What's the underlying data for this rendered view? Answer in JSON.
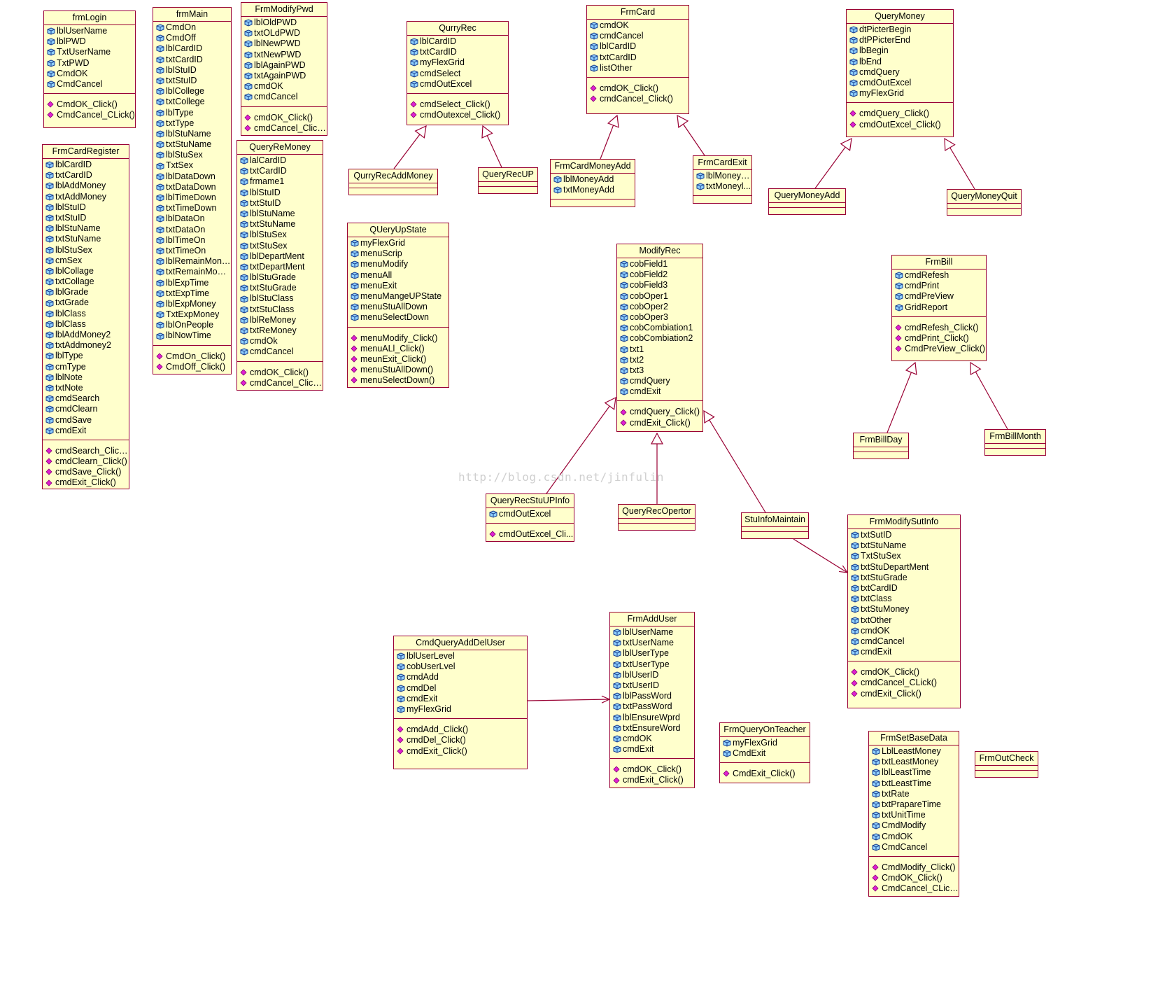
{
  "watermark": "http://blog.csdn.net/jinfulin",
  "classes": [
    {
      "id": "frmLogin",
      "name": "frmLogin",
      "attrs": [
        "lblUserName",
        "lblPWD",
        "TxtUserName",
        "TxtPWD",
        "CmdOK",
        "CmdCancel"
      ],
      "ops": [
        "CmdOK_Click()",
        "CmdCancel_CLick()"
      ]
    },
    {
      "id": "frmMain",
      "name": "frmMain",
      "attrs": [
        "CmdOn",
        "CmdOff",
        "lblCardID",
        "txtCardID",
        "lblStuID",
        "txtStuID",
        "lblCollege",
        "txtCollege",
        "lblType",
        "txtType",
        "lblStuName",
        "txtStuName",
        "lblStuSex",
        "TxtSex",
        "lblDataDown",
        "txtDataDown",
        "lblTimeDown",
        "txtTimeDown",
        "lblDataOn",
        "txtDataOn",
        "lblTimeOn",
        "txtTimeOn",
        "lblRemainMoney",
        "txtRemainMoney",
        "lblExpTime",
        "txtExpTime",
        "lblExpMoney",
        "TxtExpMoney",
        "lblOnPeople",
        "lblNowTime"
      ],
      "ops": [
        "CmdOn_Click()",
        "CmdOff_Click()"
      ]
    },
    {
      "id": "FrmModifyPwd",
      "name": "FrmModifyPwd",
      "attrs": [
        "lblOldPWD",
        "txtOLdPWD",
        "lblNewPWD",
        "txtNewPWD",
        "lblAgainPWD",
        "txtAgainPWD",
        "cmdOK",
        "cmdCancel"
      ],
      "ops": [
        "cmdOK_Click()",
        "cmdCancel_Click()"
      ]
    },
    {
      "id": "QurryRec",
      "name": "QurryRec",
      "attrs": [
        "lblCardID",
        "txtCardID",
        "myFlexGrid",
        "cmdSelect",
        "cmdOutExcel"
      ],
      "ops": [
        "cmdSelect_Click()",
        "cmdOutexcel_Click()"
      ]
    },
    {
      "id": "FrmCard",
      "name": "FrmCard",
      "attrs": [
        "cmdOK",
        "cmdCancel",
        "lblCardID",
        "txtCardID",
        "listOther"
      ],
      "ops": [
        "cmdOK_Click()",
        "cmdCancel_Click()"
      ]
    },
    {
      "id": "QueryMoney",
      "name": "QueryMoney",
      "attrs": [
        "dtPicterBegin",
        "dtPPicterEnd",
        "lbBegin",
        "lbEnd",
        "cmdQuery",
        "cmdOutExcel",
        "myFlexGrid"
      ],
      "ops": [
        "cmdQuery_Click()",
        "cmdOutExcel_Click()"
      ]
    },
    {
      "id": "FrmCardRegister",
      "name": "FrmCardRegister",
      "attrs": [
        "lblCardID",
        "txtCardID",
        "lblAddMoney",
        "txtAddMoney",
        "lblStuID",
        "txtStuID",
        "lblStuName",
        "txtStuName",
        "lblStuSex",
        "cmSex",
        "lblCollage",
        "txtCollage",
        "lblGrade",
        "txtGrade",
        "lblClass",
        "lblClass",
        "lblAddMoney2",
        "txtAddmoney2",
        "lblType",
        "cmType",
        "lblNote",
        "txtNote",
        "cmdSearch",
        "cmdClearn",
        "cmdSave",
        "cmdExit"
      ],
      "ops": [
        "cmdSearch_Click()",
        "cmdClearn_Click()",
        "cmdSave_Click()",
        "cmdExit_Click()"
      ]
    },
    {
      "id": "QueryReMoney",
      "name": "QueryReMoney",
      "attrs": [
        "lalCardID",
        "txtCardID",
        "frmame1",
        "lblStuID",
        "txtStuID",
        "lblStuName",
        "txtStuName",
        "lblStuSex",
        "txtStuSex",
        "lblDepartMent",
        "txtDepartMent",
        "lblStuGrade",
        "txtStuGrade",
        "lblStuClass",
        "txtStuClass",
        "lblReMoney",
        "txtReMoney",
        "cmdOk",
        "cmdCancel"
      ],
      "ops": [
        "cmdOK_Click()",
        "cmdCancel_Click()"
      ]
    },
    {
      "id": "QurryRecAddMoney",
      "name": "QurryRecAddMoney",
      "attrs": [],
      "ops": []
    },
    {
      "id": "QueryRecUP",
      "name": "QueryRecUP",
      "attrs": [],
      "ops": []
    },
    {
      "id": "FrmCardMoneyAdd",
      "name": "FrmCardMoneyAdd",
      "attrs": [
        "lblMoneyAdd",
        "txtMoneyAdd"
      ],
      "ops": []
    },
    {
      "id": "FrmCardExit",
      "name": "FrmCardExit",
      "attrs": [
        "lblMoneyE...",
        "txtMoneyl..."
      ],
      "ops": []
    },
    {
      "id": "QueryMoneyAdd",
      "name": "QueryMoneyAdd",
      "attrs": [],
      "ops": []
    },
    {
      "id": "QueryMoneyQuit",
      "name": "QueryMoneyQuit",
      "attrs": [],
      "ops": []
    },
    {
      "id": "QUeryUpState",
      "name": "QUeryUpState",
      "attrs": [
        "myFlexGrid",
        "menuScrip",
        "menuModify",
        "menuAll",
        "menuExit",
        "menuMangeUPState",
        "menuStuAllDown",
        "menuSelectDown"
      ],
      "ops": [
        "menuModify_Click()",
        "menuALl_Click()",
        "meunExit_Click()",
        "menuStuAllDown()",
        "menuSelectDown()"
      ]
    },
    {
      "id": "ModifyRec",
      "name": "ModifyRec",
      "attrs": [
        "cobField1",
        "cobField2",
        "cobField3",
        "cobOper1",
        "cobOper2",
        "cobOper3",
        "cobCombiation1",
        "cobCombiation2",
        "txt1",
        "txt2",
        "txt3",
        "cmdQuery",
        "cmdExit"
      ],
      "ops": [
        "cmdQuery_Click()",
        "cmdExit_Click()"
      ]
    },
    {
      "id": "FrmBill",
      "name": "FrmBill",
      "attrs": [
        "cmdRefesh",
        "cmdPrint",
        "cmdPreView",
        "GridReport"
      ],
      "ops": [
        "cmdRefesh_Click()",
        "cmdPrint_Click()",
        "CmdPreView_Click()"
      ]
    },
    {
      "id": "FrmBillDay",
      "name": "FrmBillDay",
      "attrs": [],
      "ops": []
    },
    {
      "id": "FrmBillMonth",
      "name": "FrmBillMonth",
      "attrs": [],
      "ops": []
    },
    {
      "id": "QueryRecStuUPInfo",
      "name": "QueryRecStuUPInfo",
      "attrs": [
        "cmdOutExcel"
      ],
      "ops": [
        "cmdOutExcel_Cli..."
      ]
    },
    {
      "id": "QueryRecOpertor",
      "name": "QueryRecOpertor",
      "attrs": [],
      "ops": []
    },
    {
      "id": "StuInfoMaintain",
      "name": "StuInfoMaintain",
      "attrs": [],
      "ops": []
    },
    {
      "id": "FrmModifySutInfo",
      "name": "FrmModifySutInfo",
      "attrs": [
        "txtSutID",
        "txtStuName",
        "TxtStuSex",
        "txtStuDepartMent",
        "txtStuGrade",
        "txtCardID",
        "txtClass",
        "txtStuMoney",
        "txtOther",
        "cmdOK",
        "cmdCancel",
        "cmdExit"
      ],
      "ops": [
        "cmdOK_Click()",
        "cmdCancel_CLick()",
        "cmdExit_Click()"
      ]
    },
    {
      "id": "CmdQueryAddDelUser",
      "name": "CmdQueryAddDelUser",
      "attrs": [
        "lblUserLevel",
        "cobUserLvel",
        "cmdAdd",
        "cmdDel",
        "cmdExit",
        "myFlexGrid"
      ],
      "ops": [
        "cmdAdd_Click()",
        "cmdDel_Click()",
        "cmdExit_Click()"
      ]
    },
    {
      "id": "FrmAddUser",
      "name": "FrmAddUser",
      "attrs": [
        "lblUserName",
        "txtUserName",
        "lblUserType",
        "txtUserType",
        "lblUserID",
        "txtUserID",
        "lblPassWord",
        "txtPassWord",
        "lblEnsureWprd",
        "txtEnsureWord",
        "cmdOK",
        "cmdExit"
      ],
      "ops": [
        "cmdOK_Click()",
        "cmdExit_Click()"
      ]
    },
    {
      "id": "FrmQueryOnTeacher",
      "name": "FrmQueryOnTeacher",
      "attrs": [
        "myFlexGrid",
        "CmdExit"
      ],
      "ops": [
        "CmdExit_Click()"
      ]
    },
    {
      "id": "FrmSetBaseData",
      "name": "FrmSetBaseData",
      "attrs": [
        "LblLeastMoney",
        "txtLeastMoney",
        "lblLeastTime",
        "txtLeastTime",
        "txtRate",
        "txtPrapareTime",
        "txtUnitTime",
        "CmdModify",
        "CmdOK",
        "CmdCancel"
      ],
      "ops": [
        "CmdModify_Click()",
        "CmdOK_Click()",
        "CmdCancel_CLick()"
      ]
    },
    {
      "id": "FrmOutCheck",
      "name": "FrmOutCheck",
      "attrs": [],
      "ops": []
    }
  ],
  "relations": [
    {
      "type": "inherit",
      "from": "QurryRecAddMoney",
      "to": "QurryRec"
    },
    {
      "type": "inherit",
      "from": "QueryRecUP",
      "to": "QurryRec"
    },
    {
      "type": "inherit",
      "from": "FrmCardMoneyAdd",
      "to": "FrmCard"
    },
    {
      "type": "inherit",
      "from": "FrmCardExit",
      "to": "FrmCard"
    },
    {
      "type": "inherit",
      "from": "QueryMoneyAdd",
      "to": "QueryMoney"
    },
    {
      "type": "inherit",
      "from": "QueryMoneyQuit",
      "to": "QueryMoney"
    },
    {
      "type": "inherit",
      "from": "QueryRecStuUPInfo",
      "to": "ModifyRec"
    },
    {
      "type": "inherit",
      "from": "QueryRecOpertor",
      "to": "ModifyRec"
    },
    {
      "type": "inherit",
      "from": "StuInfoMaintain",
      "to": "ModifyRec"
    },
    {
      "type": "inherit",
      "from": "FrmBillDay",
      "to": "FrmBill"
    },
    {
      "type": "inherit",
      "from": "FrmBillMonth",
      "to": "FrmBill"
    },
    {
      "type": "assoc",
      "from": "StuInfoMaintain",
      "to": "FrmModifySutInfo"
    },
    {
      "type": "assoc",
      "from": "CmdQueryAddDelUser",
      "to": "FrmAddUser"
    }
  ]
}
